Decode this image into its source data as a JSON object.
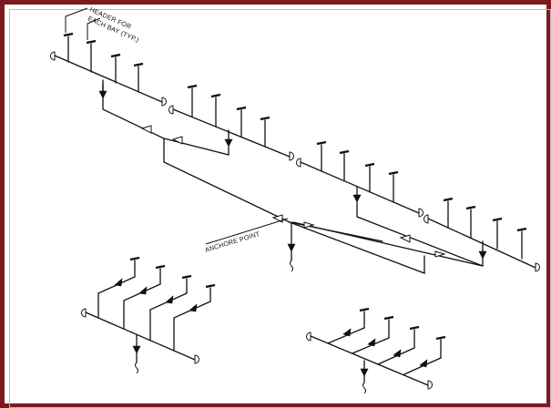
{
  "figure": {
    "border_color": "#7d1a1f",
    "line_color": "#111111",
    "background": "#ffffff"
  },
  "labels": {
    "header_line1": "HEADER FOR",
    "header_line2": "EACH BAY (TYP.)",
    "anchor": "ANCHORE POINT"
  }
}
